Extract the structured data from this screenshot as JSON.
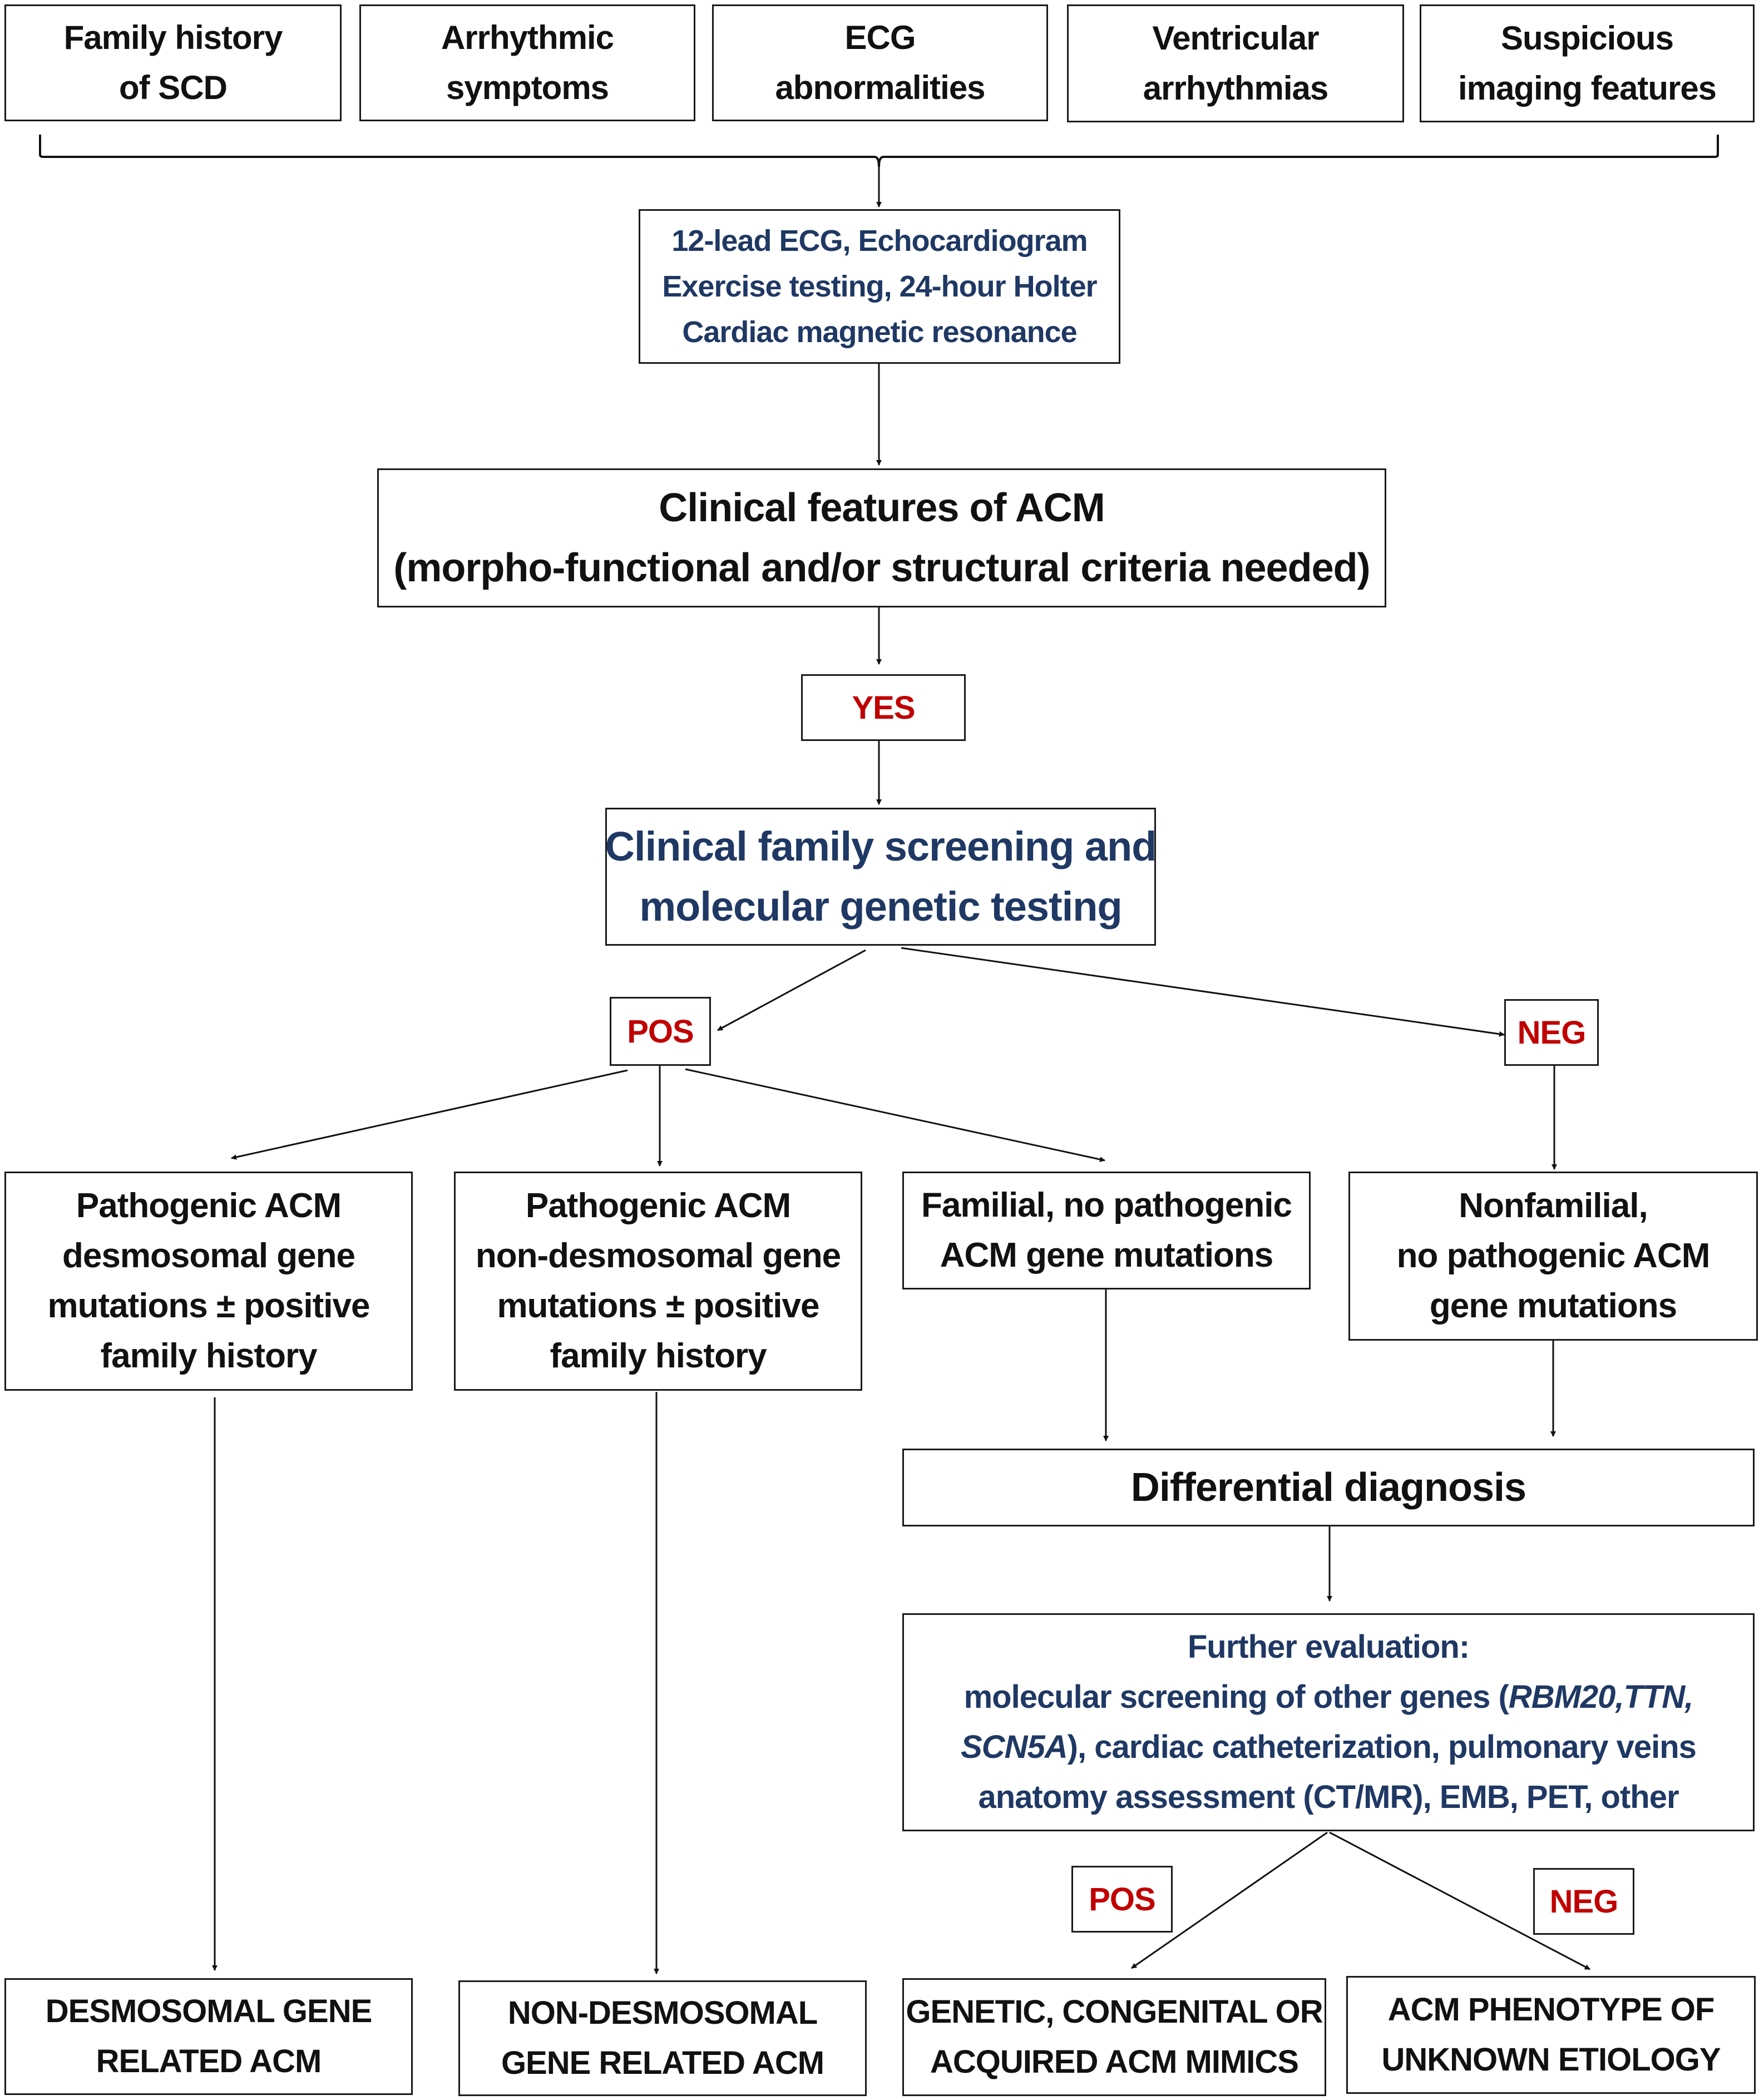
{
  "diagram": {
    "triggers": [
      {
        "line1": "Family history",
        "line2": "of SCD"
      },
      {
        "line1": "Arrhythmic",
        "line2": "symptoms"
      },
      {
        "line1": "ECG",
        "line2": "abnormalities"
      },
      {
        "line1": "Ventricular",
        "line2": "arrhythmias"
      },
      {
        "line1": "Suspicious",
        "line2": "imaging features"
      }
    ],
    "tests": {
      "line1": "12-lead ECG, Echocardiogram",
      "line2": "Exercise testing, 24-hour Holter",
      "line3": "Cardiac magnetic resonance"
    },
    "clinical_features": {
      "line1": "Clinical features of ACM",
      "line2": "(morpho-functional and/or structural criteria needed)"
    },
    "yes_label": "YES",
    "screening": {
      "line1": "Clinical family screening and",
      "line2": "molecular genetic testing"
    },
    "pos_label": "POS",
    "neg_label": "NEG",
    "desmosomal": {
      "line1": "Pathogenic ACM",
      "line2": "desmosomal gene",
      "line3": "mutations ± positive",
      "line4": "family history"
    },
    "non_desmosomal": {
      "line1": "Pathogenic ACM",
      "line2": "non-desmosomal gene",
      "line3": "mutations ± positive",
      "line4": "family history"
    },
    "familial": {
      "line1": "Familial, no pathogenic",
      "line2": "ACM gene mutations"
    },
    "nonfamilial": {
      "line1": "Nonfamilial,",
      "line2": "no pathogenic ACM",
      "line3": "gene mutations"
    },
    "differential": "Differential diagnosis",
    "further_eval": {
      "line1": "Further evaluation:",
      "line2a": "molecular screening of other genes (",
      "line2b": "RBM20,TTN,",
      "line3a": "SCN5A",
      "line3b": "), cardiac catheterization, pulmonary veins",
      "line4": "anatomy assessment  (CT/MR), EMB, PET, other"
    },
    "eval_pos_label": "POS",
    "eval_neg_label": "NEG",
    "outcomes": {
      "desmosomal": {
        "line1": "DESMOSOMAL GENE",
        "line2": "RELATED ACM"
      },
      "non_desmosomal": {
        "line1": "NON-DESMOSOMAL",
        "line2": "GENE RELATED ACM"
      },
      "mimics": {
        "line1": "GENETIC, CONGENITAL OR",
        "line2": "ACQUIRED ACM MIMICS"
      },
      "unknown": {
        "line1": "ACM PHENOTYPE  OF",
        "line2": "UNKNOWN ETIOLOGY"
      }
    },
    "colors": {
      "box_text": "#111111",
      "navy_text": "#1f3864",
      "red_label": "#c00000",
      "border": "#1a1a1a"
    }
  }
}
